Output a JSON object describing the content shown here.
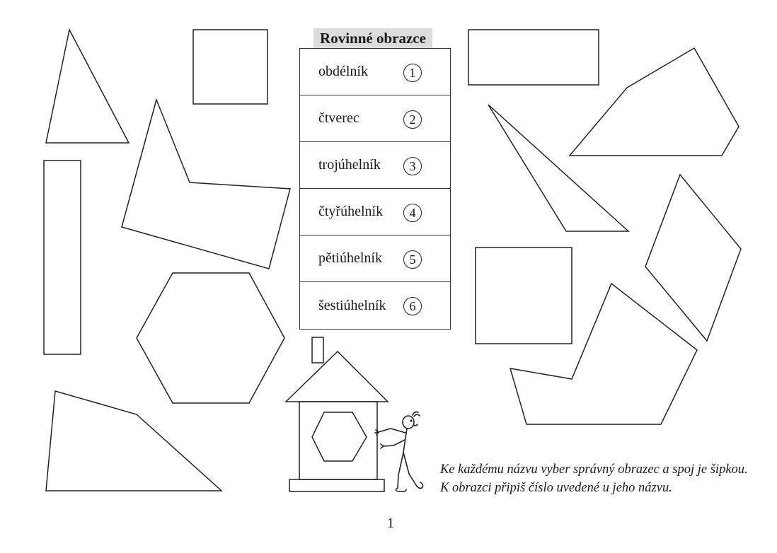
{
  "worksheet": {
    "table_title": "Rovinné obrazce",
    "items": [
      {
        "label": "obdélník",
        "number": "1"
      },
      {
        "label": "čtverec",
        "number": "2"
      },
      {
        "label": "trojúhelník",
        "number": "3"
      },
      {
        "label": "čtyřúhelník",
        "number": "4"
      },
      {
        "label": "pětiúhelník",
        "number": "5"
      },
      {
        "label": "šestiúhelník",
        "number": "6"
      }
    ],
    "instructions": "Ke každému názvu vyber správný obrazec a spoj je šipkou. K obrazci připiš číslo uvedené u jeho názvu.",
    "page_number": "1"
  }
}
